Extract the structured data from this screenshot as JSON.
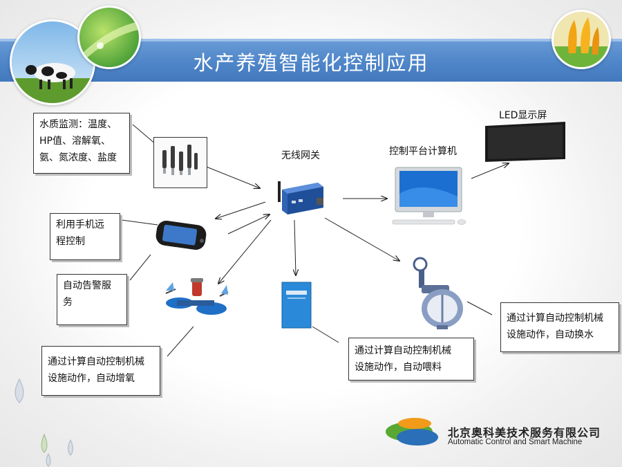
{
  "title": "水产养殖智能化控制应用",
  "labels": {
    "gateway": "无线网关",
    "computer": "控制平台计算机",
    "led": "LED显示屏"
  },
  "boxes": {
    "water_quality": "水质监测：温度、\nHP值、溶解氧、\n氨、氮浓度、盐度",
    "phone_control": "利用手机远\n程控制",
    "alarm": "自动告警服\n务",
    "aerator": "通过计算自动控制机械\n设施动作，自动增氧",
    "feeder": "通过计算自动控制机械\n设施动作，自动喂料",
    "valve": "通过计算自动控制机械\n设施动作，自动换水"
  },
  "company": {
    "name_cn": "北京奥科美技术服务有限公司",
    "name_en": "Automatic Control and Smart Machine"
  },
  "colors": {
    "header": "#4f86c9",
    "logo_blue": "#2a6fb8",
    "logo_green": "#5aa832"
  }
}
